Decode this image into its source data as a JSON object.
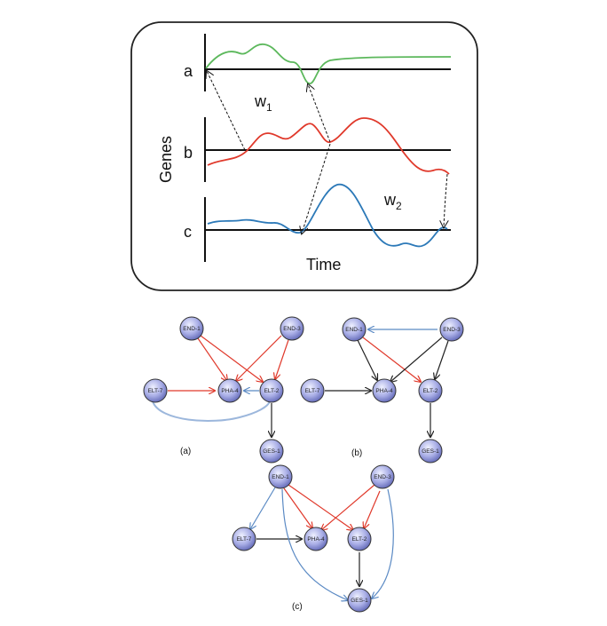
{
  "top_panel": {
    "y_axis_label": "Genes",
    "x_axis_label": "Time",
    "gene_labels": [
      "a",
      "b",
      "c"
    ],
    "w1_base": "w",
    "w1_sub": "1",
    "w2_base": "w",
    "w2_sub": "2",
    "colors": {
      "a": "#5cb85c",
      "b": "#e0392b",
      "c": "#2c79b8"
    }
  },
  "networks": {
    "a": {
      "caption": "(a)",
      "nodes": [
        "END-1",
        "END-3",
        "ELT-7",
        "PHA-4",
        "ELT-2",
        "GES-1"
      ]
    },
    "b": {
      "caption": "(b)",
      "nodes": [
        "END-1",
        "END-3",
        "ELT-7",
        "PHA-4",
        "ELT-2",
        "GES-1"
      ]
    },
    "c": {
      "caption": "(c)",
      "nodes": [
        "END-1",
        "END-3",
        "ELT-7",
        "PHA-4",
        "ELT-2",
        "GES-1"
      ]
    }
  }
}
